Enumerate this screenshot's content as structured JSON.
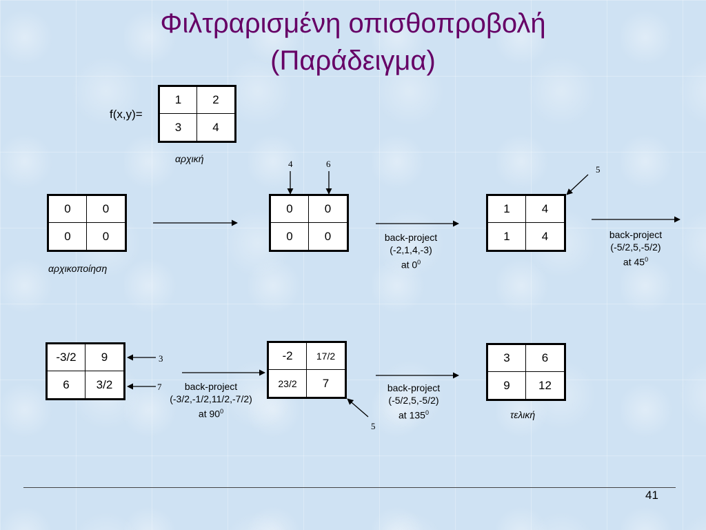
{
  "title": {
    "line1": "Φιλτραρισμένη οπισθοπροβολή",
    "line2": "(Παράδειγμα)"
  },
  "initial": {
    "label": "f(x,y)=",
    "cells": [
      "1",
      "2",
      "3",
      "4"
    ],
    "caption": "αρχική"
  },
  "init_grid": {
    "cells": [
      "0",
      "0",
      "0",
      "0"
    ],
    "caption": "αρχικοποίηση"
  },
  "step0": {
    "cells": [
      "0",
      "0",
      "0",
      "0"
    ],
    "top_left": "4",
    "top_right": "6",
    "line1": "back-project",
    "line2": "(-2,1,4,-3)",
    "line3": "at 0",
    "sup": "0"
  },
  "step45": {
    "cells": [
      "1",
      "4",
      "1",
      "4"
    ],
    "diag": "5",
    "line1": "back-project",
    "line2": "(-5/2,5,-5/2)",
    "line3": "at 45",
    "sup": "0"
  },
  "step90": {
    "cells": [
      "-3/2",
      "9",
      "6",
      "3/2"
    ],
    "right_top": "3",
    "right_bottom": "7",
    "line1": "back-project",
    "line2": "(-3/2,-1/2,11/2,-7/2)",
    "line3": "at 90",
    "sup": "0"
  },
  "step135": {
    "cells": [
      "-2",
      "17/2",
      "23/2",
      "7"
    ],
    "diag": "5",
    "line1": "back-project",
    "line2": "(-5/2,5,-5/2)",
    "line3": "at 135",
    "sup": "0"
  },
  "final": {
    "cells": [
      "3",
      "6",
      "9",
      "12"
    ],
    "caption": "τελική"
  },
  "page_number": "41"
}
